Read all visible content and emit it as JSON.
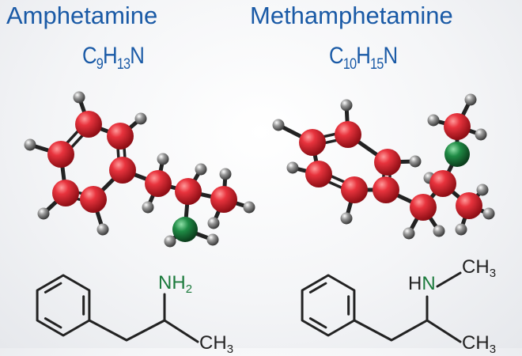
{
  "amphetamine": {
    "name": "Amphetamine",
    "formula": {
      "c": "C",
      "c_n": "9",
      "h": "H",
      "h_n": "13",
      "n": "N"
    },
    "skeletal": {
      "amine_n": "N",
      "amine_h": "H",
      "amine_h_n": "2",
      "methyl_c": "C",
      "methyl_h": "H",
      "methyl_h_n": "3"
    }
  },
  "methamphetamine": {
    "name": "Methamphetamine",
    "formula": {
      "c": "C",
      "c_n": "10",
      "h": "H",
      "h_n": "15",
      "n": "N"
    },
    "skeletal": {
      "amine_h": "H",
      "amine_n": "N",
      "nmethyl_c": "C",
      "nmethyl_h": "H",
      "nmethyl_h_n": "3",
      "methyl_c": "C",
      "methyl_h": "H",
      "methyl_h_n": "3"
    }
  },
  "colors": {
    "title": "#1a5aa6",
    "carbon": "#d21f2b",
    "hydrogen": "#6e6e6e",
    "nitrogen": "#1b7a3c",
    "bond": "#222222"
  }
}
